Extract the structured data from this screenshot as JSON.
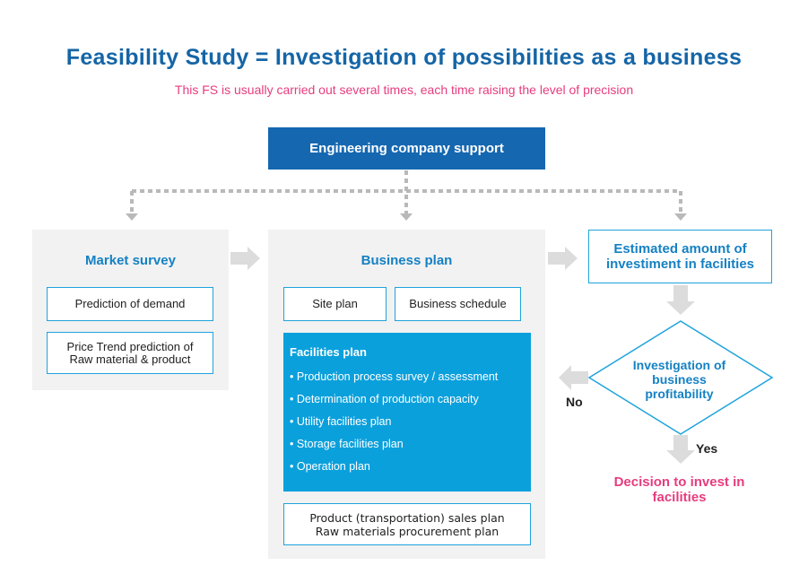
{
  "title": "Feasibility Study = Investigation of possibilities as a business",
  "subtitle": "This FS is usually carried out several times, each time raising the level of precision",
  "engineering_support": "Engineering company support",
  "market_survey": {
    "title": "Market survey",
    "items": [
      "Prediction of demand",
      "Price Trend prediction of Raw material & product"
    ]
  },
  "business_plan": {
    "title": "Business plan",
    "site_plan": "Site plan",
    "business_schedule": "Business schedule",
    "facilities_plan": {
      "title": "Facilities plan",
      "items": [
        "• Production process survey / assessment",
        "• Determination of production capacity",
        "• Utility facilities plan",
        "• Storage facilities plan",
        "• Operation plan"
      ]
    },
    "sales_plan_line1": "Product (transportation) sales plan",
    "sales_plan_line2": "Raw materials procurement plan"
  },
  "estimated_investment": "Estimated amount of investiment in facilities",
  "profitability_check": "Investigation of business profitability",
  "no_label": "No",
  "yes_label": "Yes",
  "final_decision": "Decision to invest in facilities",
  "colors": {
    "title_blue": "#1565a6",
    "accent_pink": "#e73c7e",
    "box_blue": "#1567b0",
    "light_blue": "#0aa0dc",
    "panel_gray": "#f2f2f2",
    "connector_gray": "#c8c8c8"
  }
}
